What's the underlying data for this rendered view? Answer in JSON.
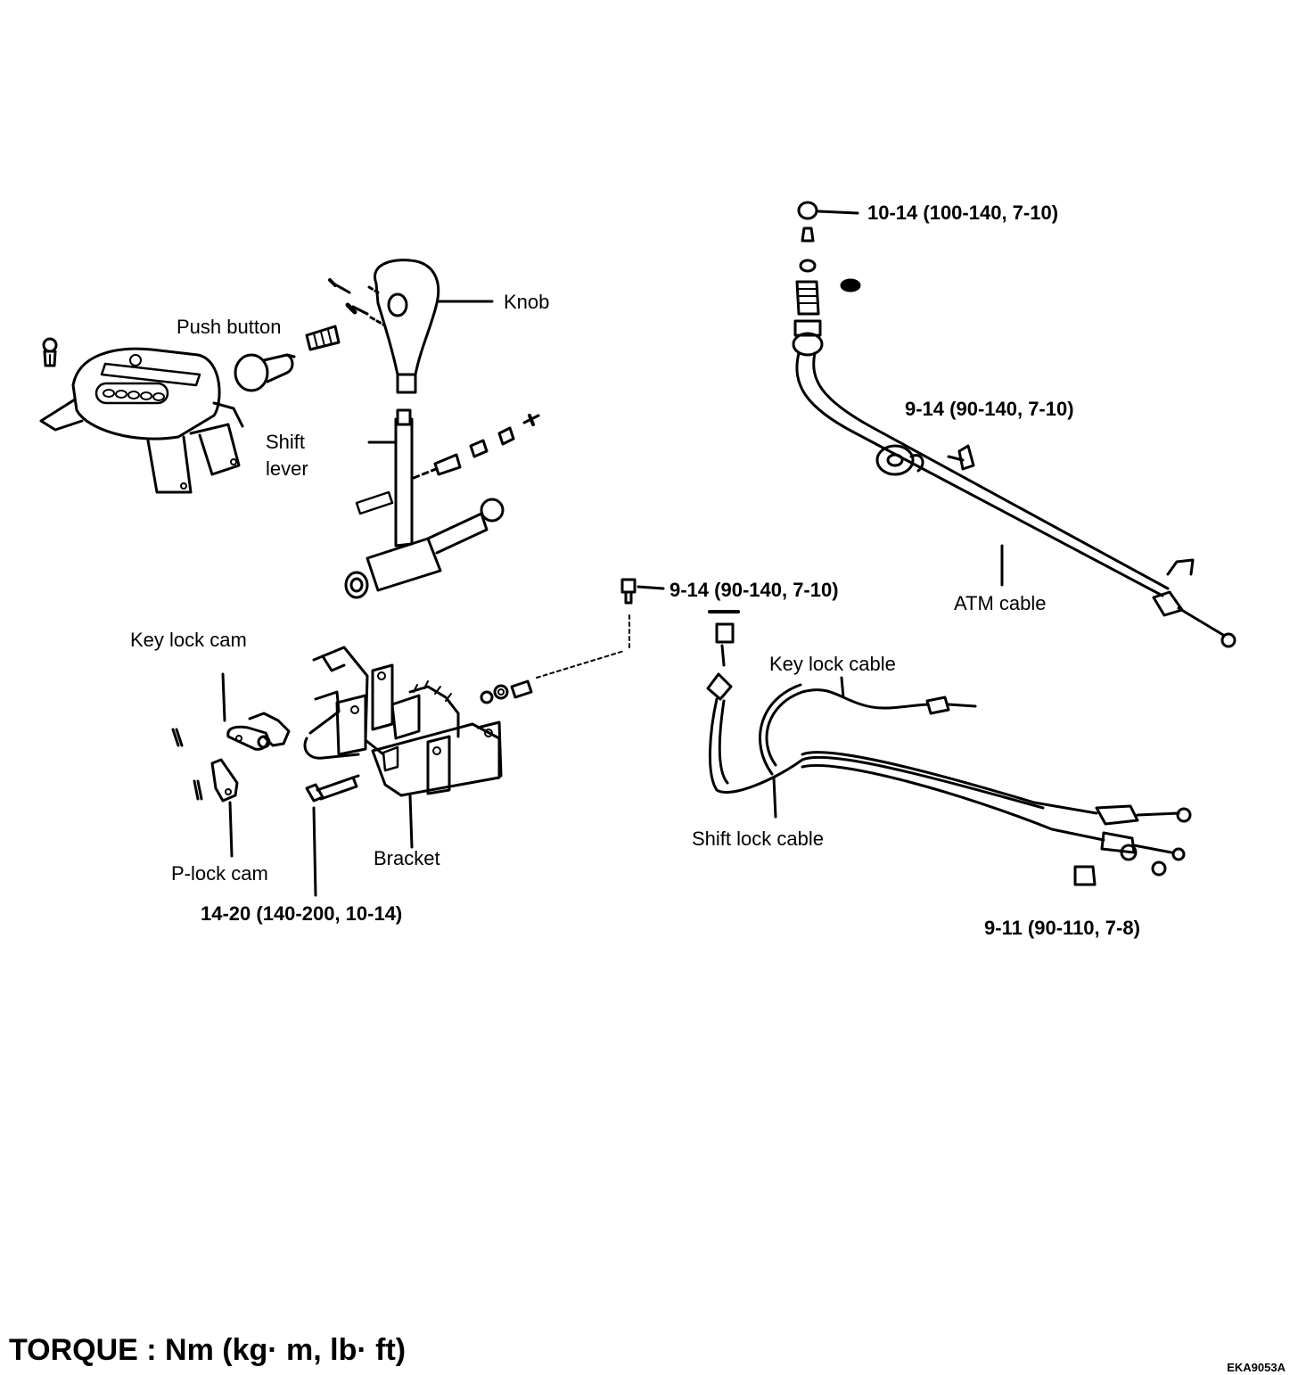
{
  "parts": {
    "knob": "Knob",
    "push_button": "Push button",
    "shift_lever": [
      "Shift",
      "lever"
    ],
    "key_lock_cam": "Key lock cam",
    "p_lock_cam": "P-lock cam",
    "bracket": "Bracket",
    "atm_cable": "ATM cable",
    "key_lock_cable": "Key lock cable",
    "shift_lock_cable": "Shift lock cable"
  },
  "torques": {
    "atm_cable_nut": "10-14 (100-140, 7-10)",
    "atm_cable_bracket_bolt": "9-14 (90-140, 7-10)",
    "bracket_bolt": "9-14 (90-140, 7-10)",
    "lever_pivot_bolt": "14-20 (140-200, 10-14)",
    "shift_lock_cable_nut": "9-11 (90-110, 7-8)"
  },
  "legend": "TORQUE : Nm (kg· m, lb· ft)",
  "figure_id": "EKA9053A"
}
